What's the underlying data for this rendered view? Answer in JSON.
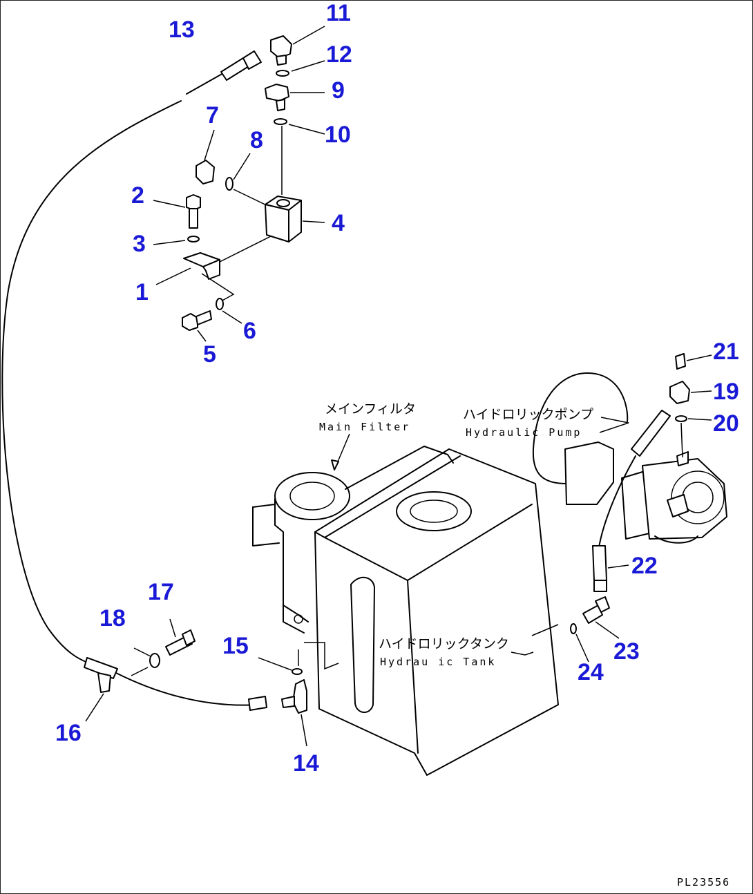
{
  "diagram": {
    "callouts": [
      "1",
      "2",
      "3",
      "4",
      "5",
      "6",
      "7",
      "8",
      "9",
      "10",
      "11",
      "12",
      "13",
      "14",
      "15",
      "16",
      "17",
      "18",
      "19",
      "20",
      "21",
      "22",
      "23",
      "24"
    ],
    "labels": {
      "main_filter_jp": "メインフィルタ",
      "main_filter_en": "Main Filter",
      "hyd_pump_jp": "ハイドロリックポンプ",
      "hyd_pump_en": "Hydraulic Pump",
      "hyd_tank_jp": "ハイドロリックタンク",
      "hyd_tank_en": "Hydrau ic Tank"
    },
    "drawing_code": "PL23556"
  },
  "colors": {
    "callout": "#1a1ad6",
    "line": "#000000",
    "background": "#ffffff"
  }
}
